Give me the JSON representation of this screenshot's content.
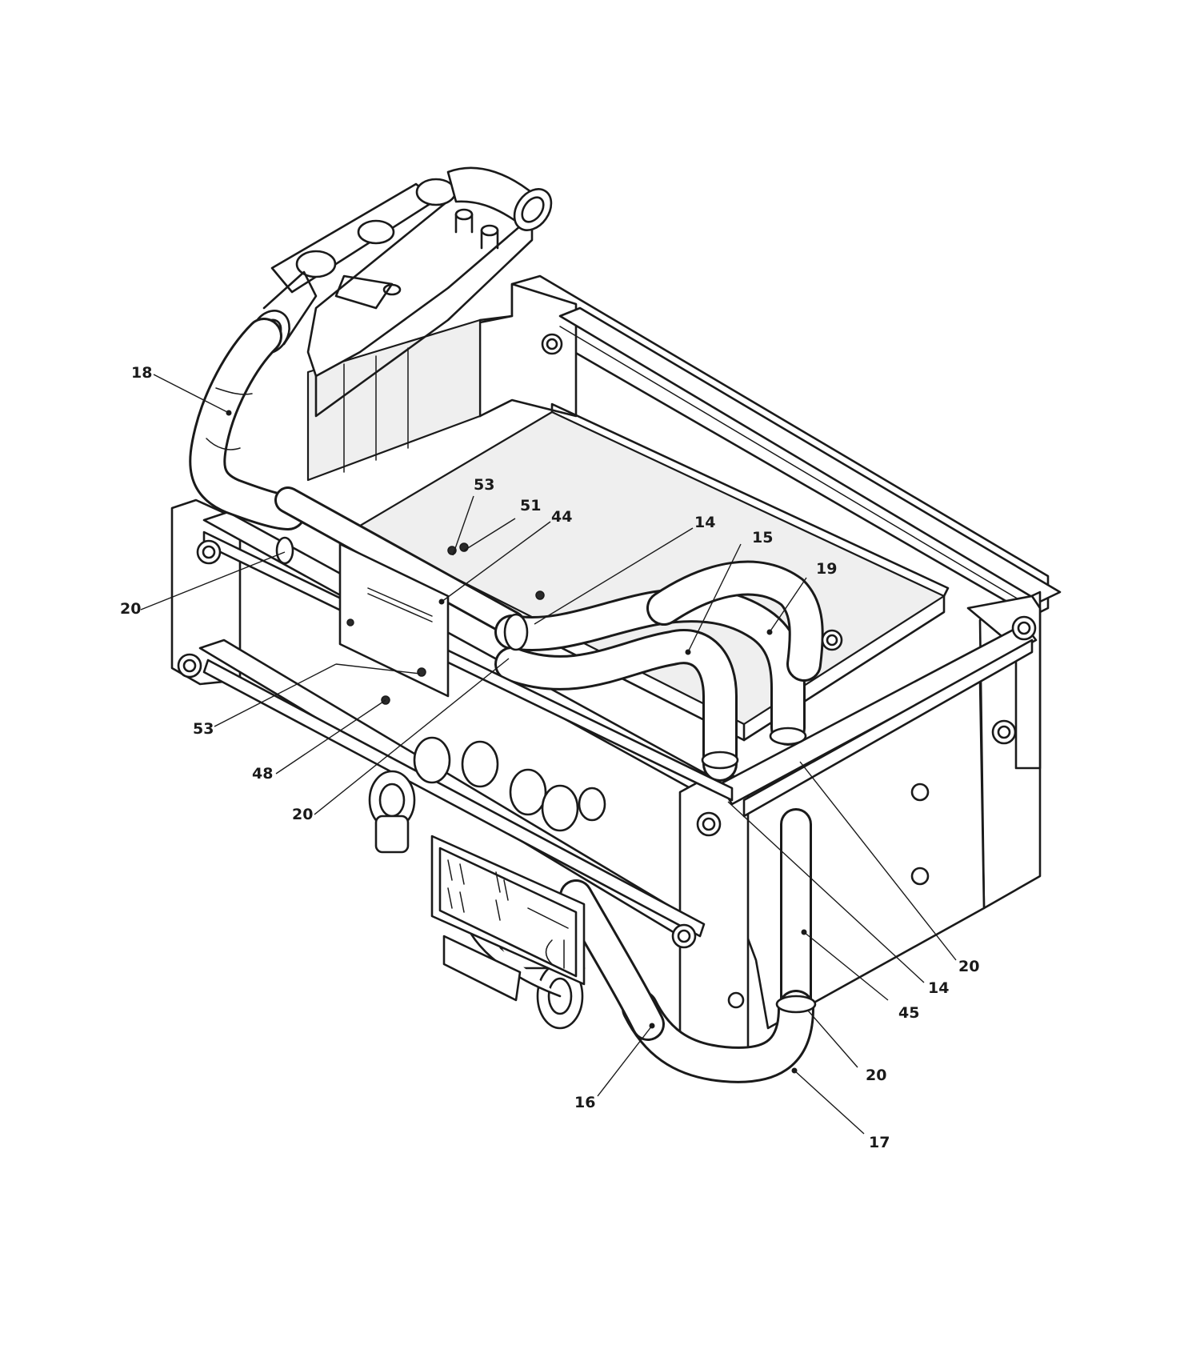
{
  "callouts": [
    {
      "id": "c18",
      "label": "18"
    },
    {
      "id": "c53a",
      "label": "53"
    },
    {
      "id": "c51",
      "label": "51"
    },
    {
      "id": "c44",
      "label": "44"
    },
    {
      "id": "c14a",
      "label": "14"
    },
    {
      "id": "c15",
      "label": "15"
    },
    {
      "id": "c19",
      "label": "19"
    },
    {
      "id": "c20a",
      "label": "20"
    },
    {
      "id": "c53b",
      "label": "53"
    },
    {
      "id": "c48",
      "label": "48"
    },
    {
      "id": "c20b",
      "label": "20"
    },
    {
      "id": "c20c",
      "label": "20"
    },
    {
      "id": "c14b",
      "label": "14"
    },
    {
      "id": "c45",
      "label": "45"
    },
    {
      "id": "c20d",
      "label": "20"
    },
    {
      "id": "c16",
      "label": "16"
    },
    {
      "id": "c17",
      "label": "17"
    }
  ]
}
